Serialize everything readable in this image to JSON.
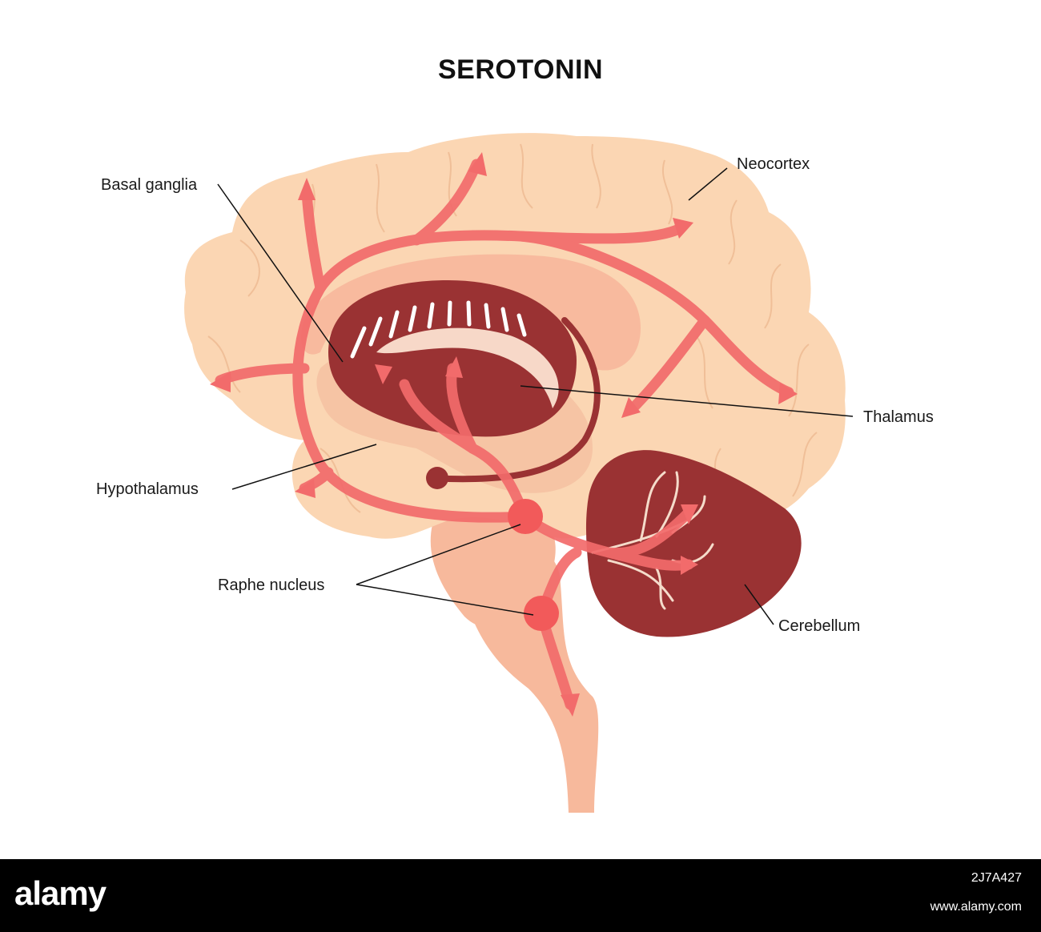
{
  "title": "SEROTONIN",
  "labels": {
    "basal_ganglia": "Basal ganglia",
    "neocortex": "Neocortex",
    "thalamus": "Thalamus",
    "hypothalamus": "Hypothalamus",
    "raphe_nucleus": "Raphe nucleus",
    "cerebellum": "Cerebellum"
  },
  "footer": {
    "logo": "alamy",
    "image_id": "2J7A427",
    "url": "www.alamy.com"
  },
  "colors": {
    "brain_fill": "#fbd6b3",
    "brainstem_fill": "#f7b99c",
    "dark_structure": "#9a3233",
    "pathway": "#f26b6b",
    "nucleus": "#f25a5a",
    "footer_bg": "#000000"
  }
}
